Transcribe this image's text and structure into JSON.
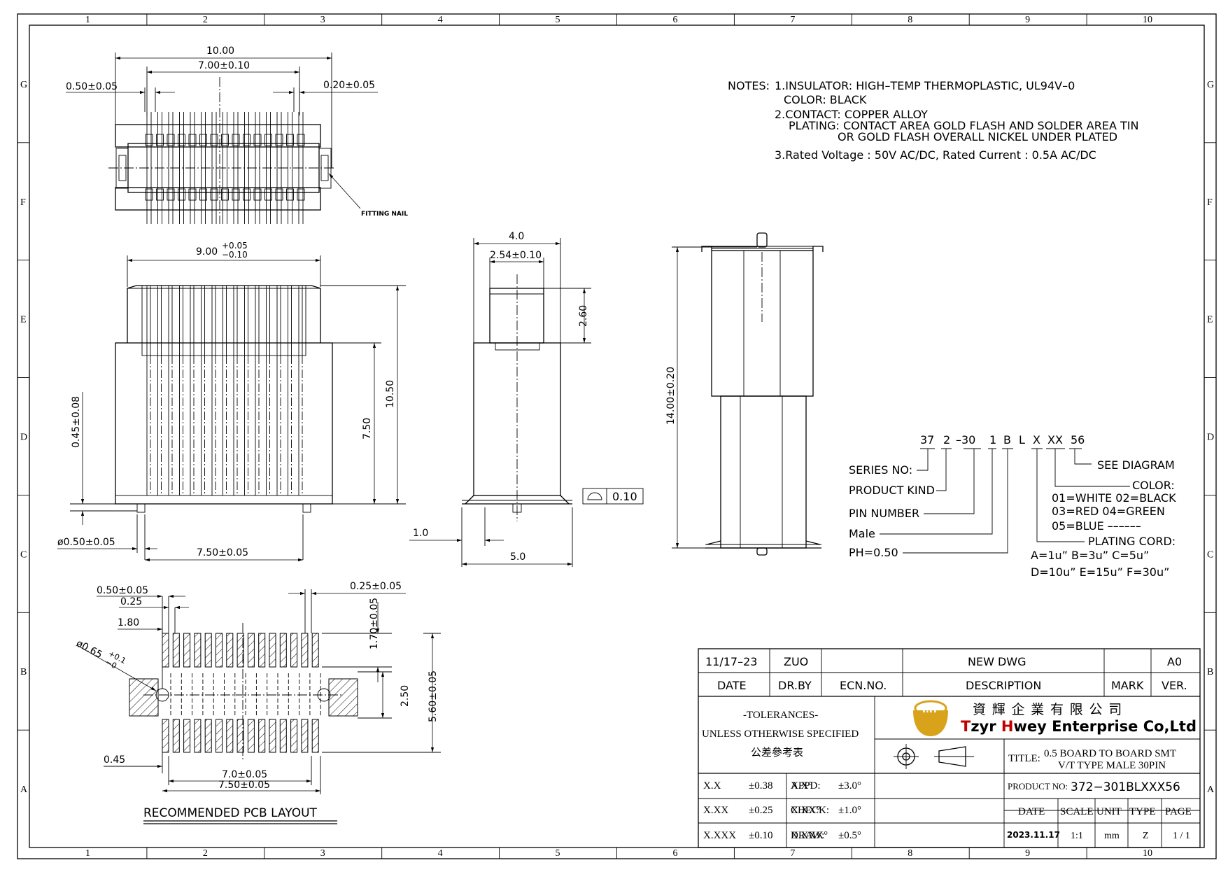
{
  "border": {
    "columns": [
      "1",
      "2",
      "3",
      "4",
      "5",
      "6",
      "7",
      "8",
      "9",
      "10"
    ],
    "rows": [
      "G",
      "F",
      "E",
      "D",
      "C",
      "B",
      "A"
    ]
  },
  "notes": {
    "label": "NOTES:",
    "line1": "1.INSULATOR: HIGH–TEMP  THERMOPLASTIC,  UL94V–0",
    "line1b": "COLOR: BLACK",
    "line2": "2.CONTACT: COPPER  ALLOY",
    "line2b": "PLATING: CONTACT  AREA  GOLD FLASH  AND  SOLDER  AREA  TIN",
    "line2c": "OR  GOLD  FLASH  OVERALL  NICKEL  UNDER  PLATED",
    "line3": "3.Rated  Voltage  : 50V  AC/DC,  Rated  Current  : 0.5A  AC/DC"
  },
  "top_view": {
    "d_overall": "10.00",
    "d_pitch_span": "7.00±0.10",
    "d_pin_width": "0.50±0.05",
    "d_pin_gap": "0.20±0.05",
    "fitting_nail": "FITTING NAIL"
  },
  "front_view": {
    "d_width": "9.00",
    "d_width_tol_up": "+0.05",
    "d_width_tol_dn": "−0.10",
    "d_height_total": "10.50",
    "d_height_body": "7.50",
    "d_pin_height": "0.45±0.08",
    "d_pin_dia": "ø0.50±0.05",
    "d_pin_span": "7.50±0.05"
  },
  "side_view": {
    "d_top": "4.0",
    "d_inner": "2.54±0.10",
    "d_cap": "2.60",
    "d_offset": "1.0",
    "d_base": "5.0",
    "flatness_value": "0.10"
  },
  "mated_view": {
    "d_height": "14.00±0.20"
  },
  "part_code": {
    "code_a": "37",
    "code_b": "2",
    "code_c": "–30",
    "code_d": "1",
    "code_e": "B",
    "code_f": "L",
    "code_g": "X",
    "code_h": "XX",
    "code_i": "56",
    "series": "SERIES  NO:",
    "kind": "PRODUCT  KIND",
    "pin_number": "PIN  NUMBER",
    "male": "Male",
    "ph": "PH=0.50",
    "see_diagram": "SEE  DIAGRAM",
    "color": "COLOR:",
    "color_1": "01=WHITE   02=BLACK",
    "color_2": "03=RED      04=GREEN",
    "color_3": "05=BLUE    ––––––",
    "plating": "PLATING  CORD:",
    "plating_1": "A=1u”    B=3u”    C=5u”",
    "plating_2": "D=10u”  E=15u”  F=30u”"
  },
  "pcb_layout": {
    "d_pad_w": "0.50±0.05",
    "d_pad_gap": "0.25",
    "d_offset": "1.80",
    "d_hole": "ø0.65",
    "d_hole_tol_up": "+0.1",
    "d_hole_tol_dn": "−0",
    "d_gap_right": "0.25±0.05",
    "d_pad_len": "1.70±0.05",
    "d_inner": "2.50",
    "d_total": "5.60±0.05",
    "d_left": "0.45",
    "d_span1": "7.0±0.05",
    "d_span2": "7.50±0.05",
    "caption": "RECOMMENDED  PCB  LAYOUT"
  },
  "title_block": {
    "rev_date": "11/17–23",
    "rev_by": "ZUO",
    "rev_desc": "NEW  DWG",
    "rev_ver": "A0",
    "h_date": "DATE",
    "h_drby": "DR.BY",
    "h_ecn": "ECN.NO.",
    "h_desc": "DESCRIPTION",
    "h_mark": "MARK",
    "h_ver": "VER.",
    "tol_title": "-TOLERANCES-",
    "tol_sub": "UNLESS OTHERWISE SPECIFIED",
    "tol_cn": "公差參考表",
    "company_cn": "資 輝 企 業 有 限 公 司",
    "company_t": "T",
    "company_zyr": "zyr ",
    "company_h": "H",
    "company_rest": "wey Enterprise Co,Ltd",
    "logo_text": "T.H",
    "title_label": "TITLE:",
    "title_1": "0.5 BOARD TO BOARD SMT",
    "title_2": "V/T TYPE MALE 30PIN",
    "tol_rows": [
      {
        "a": "X.X",
        "b": "±0.38",
        "c": "X.X°",
        "d": "±3.0°"
      },
      {
        "a": "X.XX",
        "b": "±0.25",
        "c": "X.XX°",
        "d": "±1.0°"
      },
      {
        "a": "X.XXX",
        "b": "±0.10",
        "c": "X.XXX°",
        "d": "±0.5°"
      }
    ],
    "appd": "APPD:",
    "check": "CHECK:",
    "draw": "DRAW:",
    "product_no_label": "PRODUCT NO:",
    "product_no": "372−301BLXXX56",
    "h_date2": "DATE",
    "h_scale": "SCALE",
    "h_unit": "UNIT",
    "h_type": "TYPE",
    "h_page": "PAGE",
    "v_date": "2023.11.17",
    "v_scale": "1:1",
    "v_unit": "mm",
    "v_type": "Z",
    "v_page": "1 / 1"
  },
  "colors": {
    "line": "#000000",
    "logo": "#d9a21b",
    "logo_accent": "#c00000",
    "hole_mark": "#2a9d3a"
  }
}
